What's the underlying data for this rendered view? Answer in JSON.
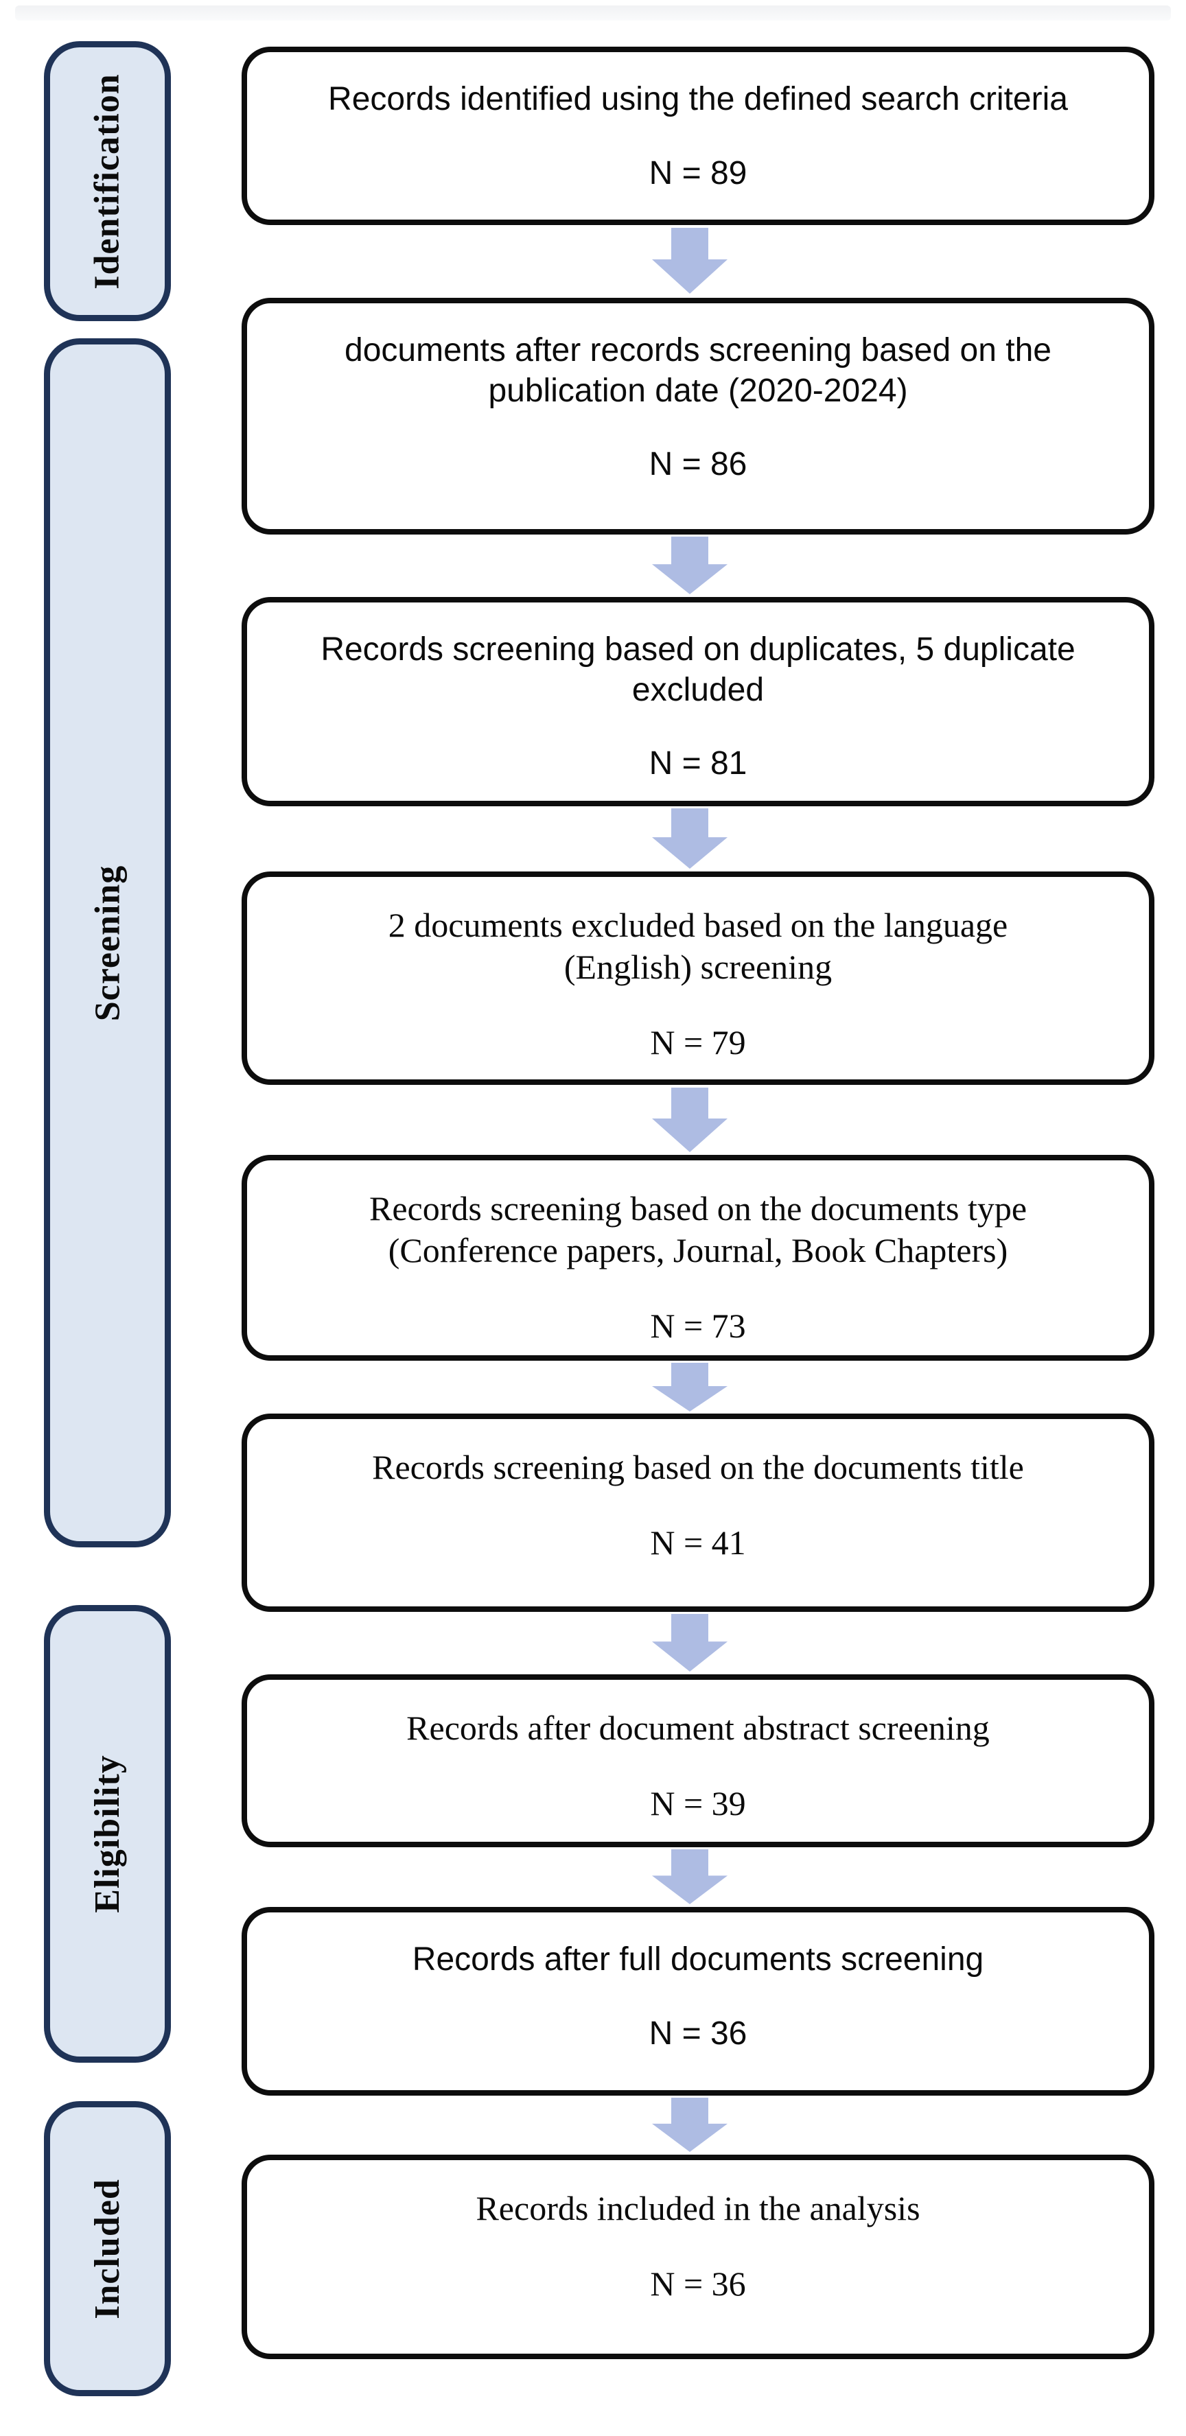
{
  "diagram": {
    "title": "PRISMA-style records screening flow diagram"
  },
  "sidebar": {
    "fill_color": "#dde6f2",
    "border_color": "#1f3357",
    "stages": [
      {
        "label": "Identification"
      },
      {
        "label": "Screening"
      },
      {
        "label": "Eligibility"
      },
      {
        "label": "Included"
      }
    ]
  },
  "flow": {
    "arrow_color": "#aebce3",
    "box_border_color": "#0d0d0d",
    "boxes": [
      {
        "text": "Records identified using the defined search criteria",
        "n_label": "N = 89",
        "font": "sans"
      },
      {
        "text": "documents after records screening based on the publication date (2020-2024)",
        "n_label": "N = 86",
        "font": "sans"
      },
      {
        "text": "Records screening based on duplicates, 5 duplicate excluded",
        "n_label": "N = 81",
        "font": "sans"
      },
      {
        "text": "2 documents excluded based on the language (English) screening",
        "n_label": "N = 79",
        "font": "serif"
      },
      {
        "text": "Records screening based on the documents type (Conference papers, Journal, Book Chapters)",
        "n_label": "N = 73",
        "font": "serif"
      },
      {
        "text": "Records screening based on the documents title",
        "n_label": "N = 41",
        "font": "serif"
      },
      {
        "text": "Records after document abstract screening",
        "n_label": "N = 39",
        "font": "serif"
      },
      {
        "text": "Records after full documents screening",
        "n_label": "N = 36",
        "font": "sans"
      },
      {
        "text": "Records included in the analysis",
        "n_label": "N = 36",
        "font": "serif"
      }
    ]
  }
}
